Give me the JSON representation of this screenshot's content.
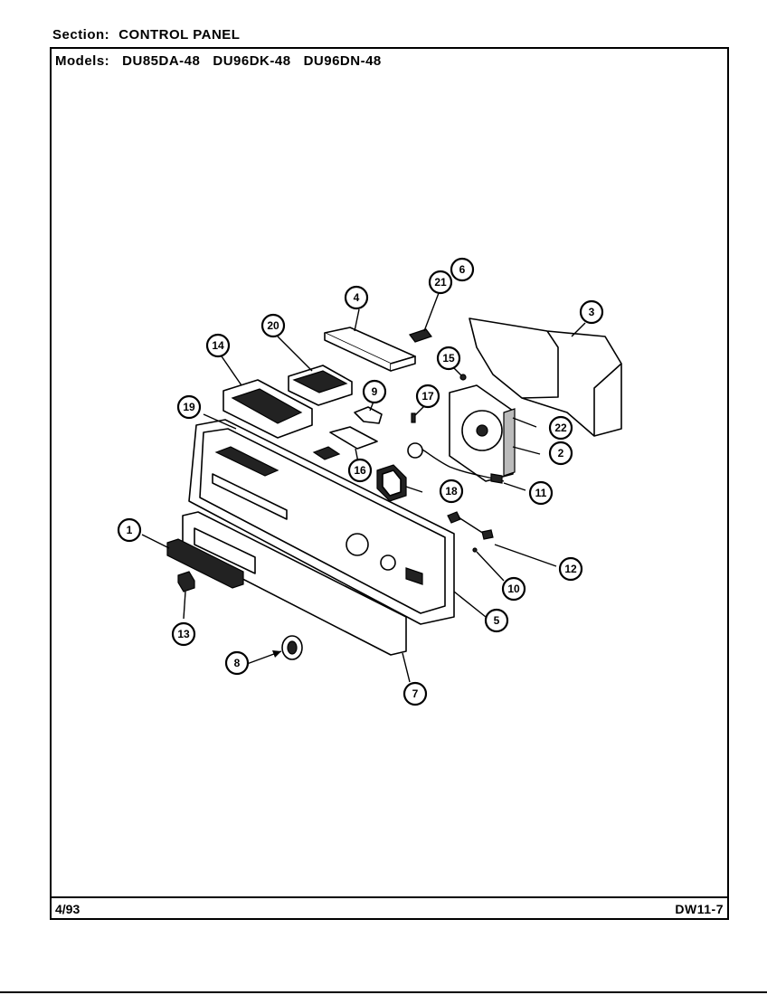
{
  "header": {
    "section_label": "Section:",
    "section_value": "CONTROL PANEL",
    "models_label": "Models:",
    "models": [
      "DU85DA-48",
      "DU96DK-48",
      "DU96DN-48"
    ]
  },
  "footer": {
    "date": "4/93",
    "page_code": "DW11-7"
  },
  "callouts": [
    "1",
    "2",
    "3",
    "4",
    "5",
    "6",
    "7",
    "8",
    "9",
    "10",
    "11",
    "12",
    "13",
    "14",
    "15",
    "16",
    "17",
    "18",
    "19",
    "20",
    "21",
    "22"
  ],
  "colors": {
    "ink": "#000000",
    "paper": "#ffffff"
  }
}
